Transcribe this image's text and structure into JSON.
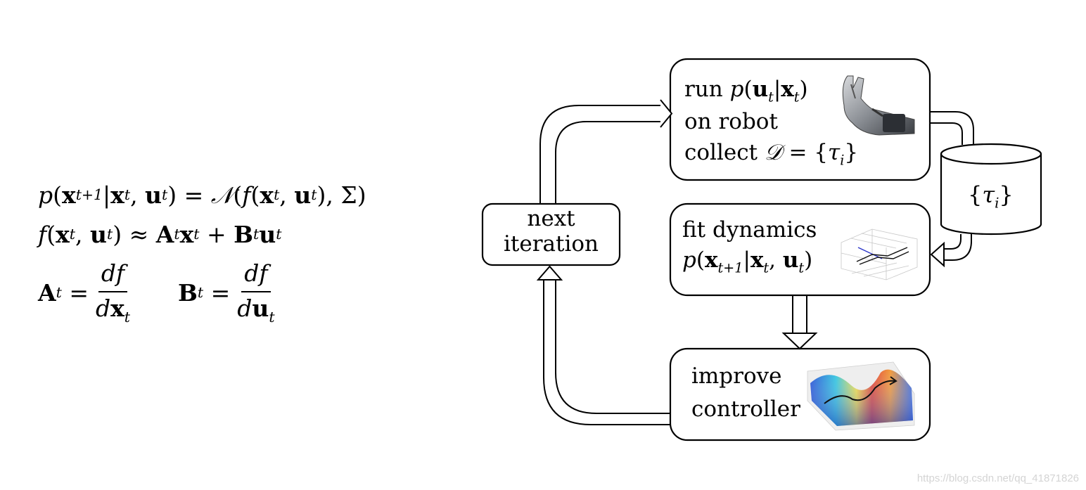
{
  "equations": {
    "line1": {
      "p": "p",
      "x1": "x",
      "x1_sub": "t+1",
      "bar": "|",
      "x2": "x",
      "x2_sub": "t",
      "u": "u",
      "u_sub": "t",
      "rhs_normal": "𝒩",
      "f": "f",
      "sigma": "Σ"
    },
    "line2": {
      "f": "f",
      "x": "x",
      "x_sub": "t",
      "u": "u",
      "u_sub": "t",
      "approx": "≈",
      "A": "A",
      "A_sub": "t",
      "B": "B",
      "B_sub": "t"
    },
    "line3": {
      "A": "A",
      "A_sub": "t",
      "A_num": "df",
      "A_den_d": "d",
      "A_den_x": "x",
      "A_den_sub": "t",
      "B": "B",
      "B_sub": "t",
      "B_num": "df",
      "B_den_d": "d",
      "B_den_u": "u",
      "B_den_sub": "t"
    }
  },
  "diagram": {
    "run_box": {
      "line1_text": "run ",
      "line1_p": "p",
      "line1_u": "u",
      "line1_x": "x",
      "line1_sub": "t",
      "line2": "on robot",
      "line3_text": "collect ",
      "line3_D": "𝒟",
      "line3_tau": "τ",
      "line3_sub": "i"
    },
    "fit_box": {
      "line1": "fit dynamics",
      "line2_p": "p",
      "line2_x1": "x",
      "line2_x1_sub": "t+1",
      "line2_x2": "x",
      "line2_x2_sub": "t",
      "line2_u": "u",
      "line2_u_sub": "t"
    },
    "improve_box": {
      "line1": "improve",
      "line2": "controller"
    },
    "next_box": {
      "line1": "next",
      "line2": "iteration"
    },
    "database": {
      "tau": "τ",
      "sub": "i"
    }
  },
  "watermark": "https://blog.csdn.net/qq_41871826"
}
